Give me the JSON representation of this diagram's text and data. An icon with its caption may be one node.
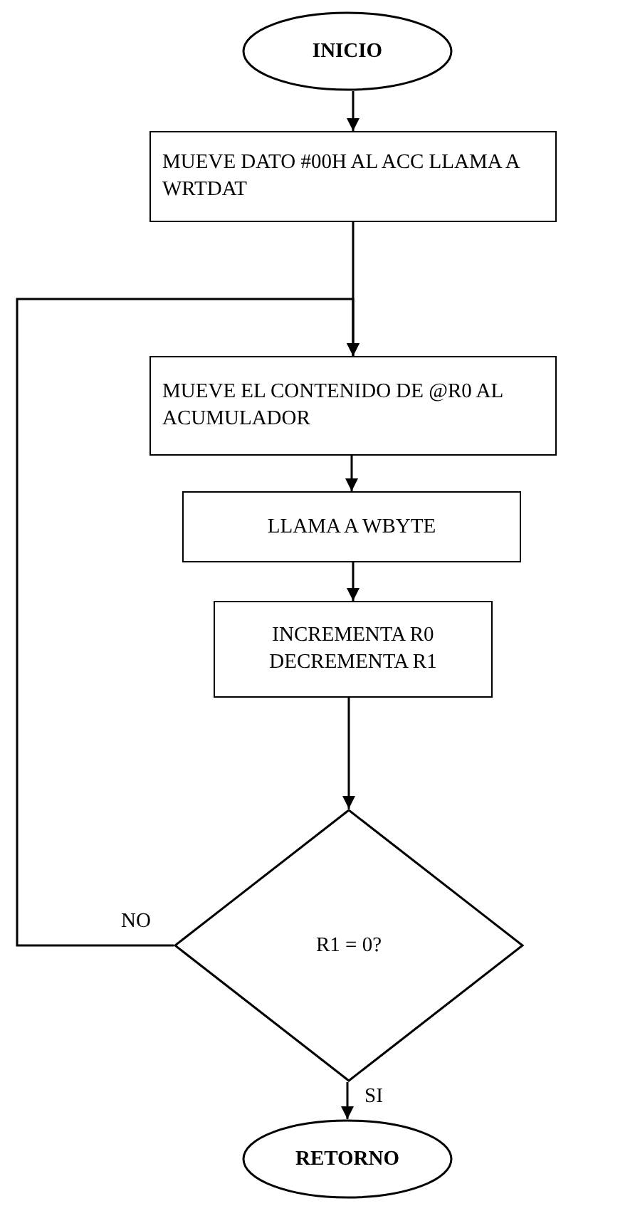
{
  "diagram": {
    "nodes": [
      {
        "text": [
          "INICIO"
        ]
      },
      {
        "text": [
          "MUEVE DATO #00H AL ACC LLAMA A WRTDAT"
        ]
      },
      {
        "text": [
          "MUEVE EL CONTENIDO DE @R0 AL ACUMULADOR"
        ]
      },
      {
        "text": [
          "LLAMA A WBYTE"
        ]
      },
      {
        "text": [
          "INCREMENTA R0 DECREMENTA R1"
        ]
      },
      {
        "text": [
          "R1 = 0?"
        ]
      },
      {
        "text": [
          "RETORNO"
        ]
      }
    ],
    "edges": [
      {
        "from": 0,
        "to": 1,
        "arrow": "to"
      },
      {
        "from": 1,
        "to": 2,
        "arrow": "to"
      },
      {
        "from": 2,
        "to": 3,
        "arrow": "to"
      },
      {
        "from": 3,
        "to": 4,
        "arrow": "to"
      },
      {
        "from": 4,
        "to": 5,
        "arrow": "to"
      },
      {
        "from": 5,
        "to": 2,
        "arrow": "to",
        "label": "NO"
      },
      {
        "from": 5,
        "to": 6,
        "arrow": "to",
        "label": "SI"
      }
    ]
  }
}
